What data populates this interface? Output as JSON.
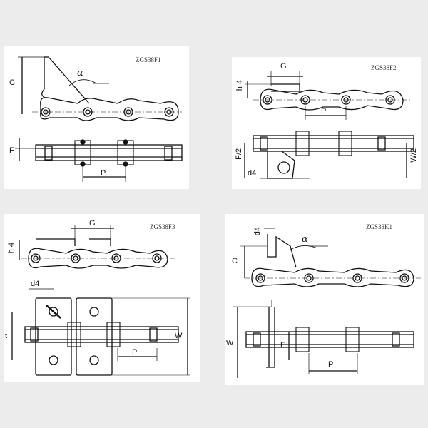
{
  "panels": {
    "f1": {
      "title": "ZGS38F1",
      "label_c": "C",
      "label_alpha": "α",
      "label_f": "F",
      "label_p": "P"
    },
    "f2": {
      "title": "ZGS38F2",
      "label_g": "G",
      "label_h4": "h 4",
      "label_p": "P",
      "label_f2": "F/2",
      "label_d4": "d4",
      "label_w2": "W/2"
    },
    "f3": {
      "title": "ZGS38F3",
      "label_g": "G",
      "label_h4": "h 4",
      "label_d4": "d4",
      "label_t": "t",
      "label_w": "W",
      "label_p": "P"
    },
    "k1": {
      "title": "ZGS38K1",
      "label_d4": "d4",
      "label_alpha": "α",
      "label_c": "C",
      "label_w": "W",
      "label_f": "F",
      "label_p": "P"
    }
  }
}
